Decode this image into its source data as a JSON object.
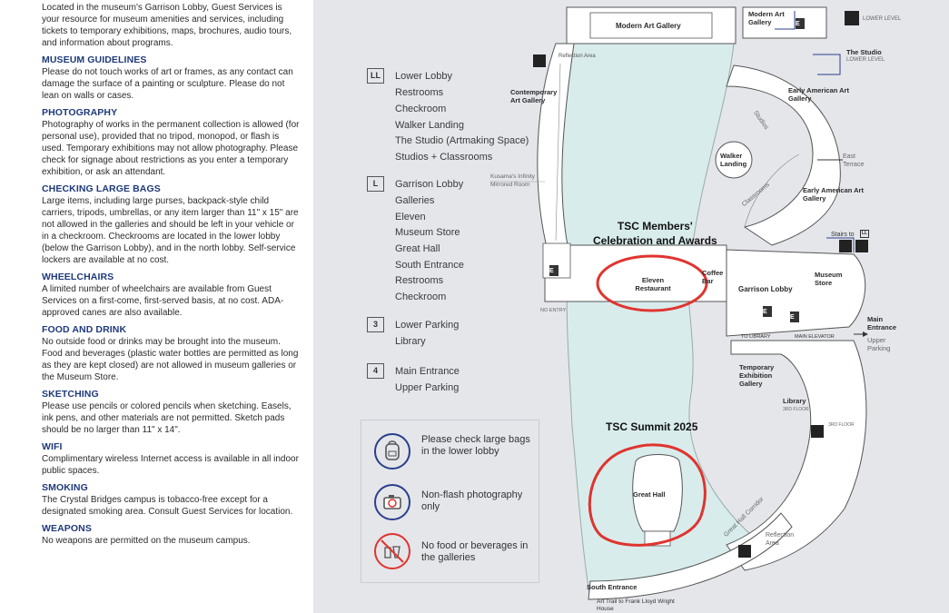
{
  "left_panel": {
    "intro": "Located in the museum's Garrison Lobby, Guest Services is your resource for museum amenities and services, including tickets to temporary exhibitions, maps, brochures, audio tours, and information about programs.",
    "sections": [
      {
        "heading": "MUSEUM GUIDELINES",
        "body": "Please do not touch works of art or frames, as any contact can damage the surface of a painting or sculpture. Please do not lean on walls or cases."
      },
      {
        "heading": "PHOTOGRAPHY",
        "body": "Photography of works in the permanent collection is allowed (for personal use), provided that no tripod, monopod, or flash is used. Temporary exhibitions may not allow photography. Please check for signage about restrictions as you enter a temporary exhibition, or ask an attendant."
      },
      {
        "heading": "CHECKING LARGE BAGS",
        "body": "Large items, including large purses, backpack-style child carriers, tripods, umbrellas, or any item larger than 11\" x 15\" are not allowed in the galleries and should be left in your vehicle or in a checkroom. Checkrooms are located in the lower lobby (below the Garrison Lobby), and in the north lobby. Self-service lockers are available at no cost."
      },
      {
        "heading": "WHEELCHAIRS",
        "body": "A limited number of wheelchairs are available from Guest Services on a first-come, first-served basis, at no cost. ADA-approved canes are also available."
      },
      {
        "heading": "FOOD AND DRINK",
        "body": "No outside food or drinks may be brought into the museum. Food and beverages (plastic water bottles are permitted as long as they are kept closed) are not allowed in museum galleries or the Museum Store."
      },
      {
        "heading": "SKETCHING",
        "body": "Please use pencils or colored pencils when sketching. Easels, ink pens, and other materials are not permitted. Sketch pads should be no larger than 11\" x 14\"."
      },
      {
        "heading": "WIFI",
        "body": "Complimentary wireless Internet access is available in all indoor public spaces."
      },
      {
        "heading": "SMOKING",
        "body": "The Crystal Bridges campus is tobacco-free except for a designated smoking area. Consult Guest Services for location."
      },
      {
        "heading": "WEAPONS",
        "body": "No weapons are permitted on the museum campus."
      }
    ]
  },
  "legend": [
    {
      "key": "LL",
      "items": [
        "Lower Lobby",
        "Restrooms",
        "Checkroom",
        "Walker Landing",
        "The Studio (Artmaking Space)",
        "Studios + Classrooms"
      ]
    },
    {
      "key": "L",
      "items": [
        "Garrison Lobby",
        "Galleries",
        "Eleven",
        "Museum Store",
        "Great Hall",
        "South Entrance",
        "Restrooms",
        "Checkroom"
      ]
    },
    {
      "key": "3",
      "items": [
        "Lower Parking",
        "Library"
      ]
    },
    {
      "key": "4",
      "items": [
        "Main Entrance",
        "Upper Parking"
      ]
    }
  ],
  "notes": [
    {
      "icon": "backpack-icon",
      "text": "Please check large bags in the lower lobby"
    },
    {
      "icon": "camera-icon",
      "text": "Non-flash photography only"
    },
    {
      "icon": "no-food-icon",
      "text": "No food or beverages in the galleries"
    }
  ],
  "map_labels": {
    "modern_art_gallery_top": "Modern Art Gallery",
    "modern_art_gallery_corner": "Modern Art Gallery",
    "lower_level_1": "LOWER LEVEL",
    "lower_level_2": "LOWER LEVEL",
    "the_studio": "The Studio",
    "reflection_area_top": "Reflection Area",
    "contemporary": "Contemporary Art Gallery",
    "early_american_1": "Early American Art Gallery",
    "studios": "Studios",
    "walker_landing": "Walker Landing",
    "east_terrace": "East Terrace",
    "kusama": "Kusama's Infinity Mirrored Room",
    "classrooms": "Classrooms",
    "early_american_2": "Early American Art Gallery",
    "stairs_to": "Stairs to",
    "stairs_key": "LL",
    "eleven_restaurant": "Eleven Restaurant",
    "coffee_bar": "Coffee Bar",
    "garrison_lobby": "Garrison Lobby",
    "museum_store": "Museum Store",
    "no_entry": "NO ENTRY",
    "main_entrance": "Main Entrance",
    "upper_parking": "Upper Parking",
    "to_library": "TO LIBRARY",
    "main_elevator": "MAIN ELEVATOR",
    "temporary_exhibition": "Temporary Exhibition Gallery",
    "library": "Library",
    "third_floor_1": "3RD FLOOR",
    "third_floor_2": "3RD FLOOR",
    "great_hall": "Great Hall",
    "great_hall_corridor": "Great Hall Corridor",
    "reflection_area_bottom": "Reflection Area",
    "south_entrance": "South Entrance",
    "art_trail": "Art Trail to Frank Lloyd Wright House",
    "elevator_mark": "E"
  },
  "annotations": {
    "celebration": "TSC Members' Celebration and Awards",
    "summit": "TSC Summit 2025"
  },
  "colors": {
    "background": "#e4e6ea",
    "building": "#ffffff",
    "water": "#d8ecec",
    "heading_blue": "#1f3a7a",
    "line_blue": "#2b3e8c",
    "annotation_red": "#e0342f"
  }
}
